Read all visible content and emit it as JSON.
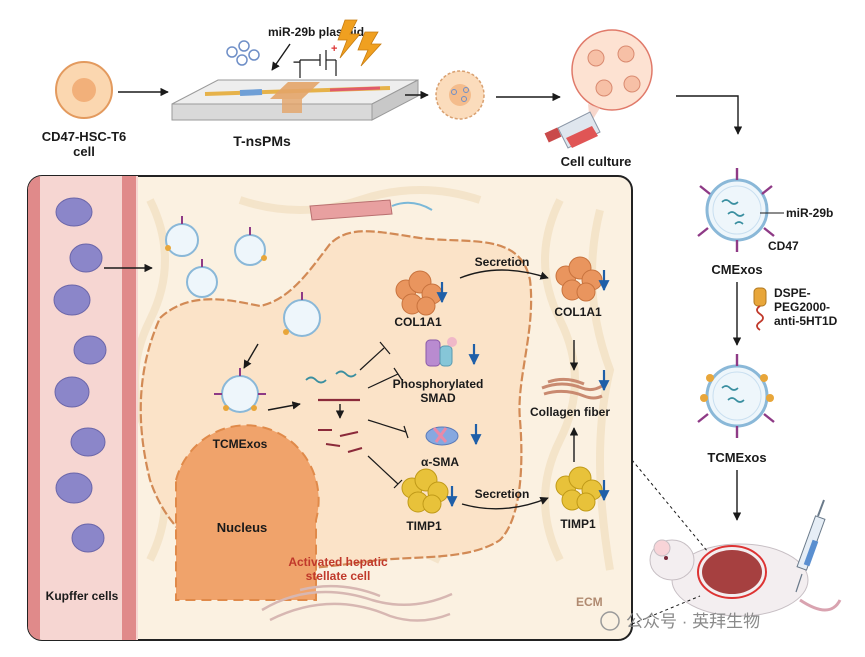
{
  "top": {
    "cell_label_line1": "CD47-HSC-T6",
    "cell_label_line2": "cell",
    "plasmid_label": "miR-29b plasmid",
    "device_label": "T-nsPMs",
    "culture_label": "Cell culture",
    "electrode_minus": "−",
    "electrode_plus": "+"
  },
  "right": {
    "mir_label": "miR-29b",
    "cd47_label": "CD47",
    "cmexos_label": "CMExos",
    "dspe_line1": "DSPE-",
    "dspe_line2": "PEG2000-",
    "dspe_line3": "anti-5HT1D",
    "tcmexos_label": "TCMExos"
  },
  "panel": {
    "kupffer_label": "Kupffer cells",
    "tcmexos_label": "TCMExos",
    "nucleus_label": "Nucleus",
    "hsc_line1": "Activated hepatic",
    "hsc_line2": "stellate cell",
    "ecm_label": "ECM",
    "col1a1_in": "COL1A1",
    "col1a1_out": "COL1A1",
    "secretion_1": "Secretion",
    "secretion_2": "Secretion",
    "psmad_line1": "Phosphorylated",
    "psmad_line2": "SMAD",
    "collagen_label": "Collagen fiber",
    "asma_label": "α-SMA",
    "timp1_in": "TIMP1",
    "timp1_out": "TIMP1"
  },
  "watermark": "公众号 · 英拜生物",
  "colors": {
    "panel_bg": "#fbf1e1",
    "cell_fill": "#fbe3c8",
    "cell_stroke": "#d28a55",
    "vessel": "#e08a8a",
    "kupffer": "#8b86c9",
    "protein_orange": "#e9955e",
    "protein_yellow": "#e8c23a",
    "down_arrow": "#1f5fa8",
    "purple_receptor": "#8e3a86"
  }
}
